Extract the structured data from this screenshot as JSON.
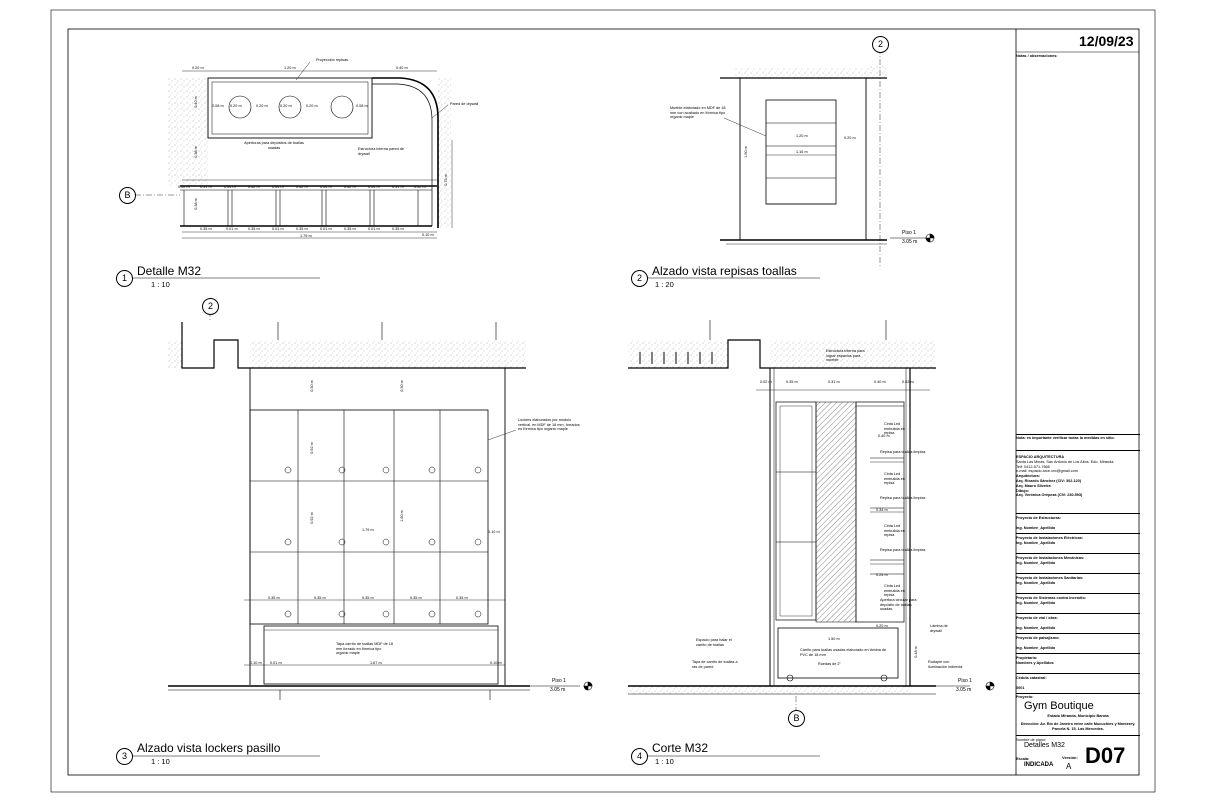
{
  "sheet": {
    "date": "12/09/23",
    "sheet_number": "D07",
    "notes_label": "Notas / observaciones:",
    "important_note": "Nota: es importante verificar todas la medidas en sitio."
  },
  "views": [
    {
      "number": "1",
      "title": "Detalle M32",
      "scale": "1 : 10"
    },
    {
      "number": "2",
      "title": "Alzado vista repisas toallas",
      "scale": "1 : 20"
    },
    {
      "number": "3",
      "title": "Alzado vista lockers pasillo",
      "scale": "1 : 10"
    },
    {
      "number": "4",
      "title": "Corte M32",
      "scale": "1 : 10"
    }
  ],
  "grid_bubbles": {
    "b": "B",
    "two": "2"
  },
  "levels": {
    "name": "Piso 1",
    "elevation": "3.05 m"
  },
  "title_block": {
    "office": "ESPACIO ARQUITECTURA",
    "office_address": "Santa Las Minas, San Antonio de Los Altos. Edo. Miranda.",
    "office_phone": "Telf: 0412-571-7666",
    "office_email": "e-mail: espacio.arce.xxx@gmail.com",
    "arq_label": "Arquitectura:",
    "arq1": "Arq. Ricardo Sánchez (CIV: 302.120)",
    "arq2": "Arq. Mauro Silveira",
    "dib_label": "Dibujo:",
    "dib1": "Arq. Verónica Orepeza (CIV: 230.593)",
    "estr_label": "Proyecto de Estructuras:",
    "estr_name": "Ing. Nombre_Apellido",
    "elec_label": "Proyecto de Instalaciones Eléctricas:",
    "elec_name": "Ing. Nombre_Apellido",
    "mec_label": "Proyecto de Instalaciones Mecánicas:",
    "mec_name": "Ing. Nombre_Apellido",
    "san_label": "Proyecto de Instalaciones Sanitarias:",
    "san_name": "Ing. Nombre_Apellido",
    "inc_label": "Proyecto de Sistemas contra incendio:",
    "inc_name": "Ing. Nombre_Apellido",
    "vial_label": "Proyecto de vial / obra:",
    "vial_name": "Ing. Nombre_Apellido",
    "pais_label": "Proyecto de paisajismo:",
    "pais_name": "Ing. Nombre_Apellido",
    "prop_label": "Propietario:",
    "prop_name": "Nombres y Apellidos",
    "ced_label": "Cédula catastral:",
    "ced_value": "0001",
    "proj_label": "Proyecto:",
    "project": "Gym Boutique",
    "location": "Estado Miranda, Municipio Baruta",
    "address": "Dirección: Av. Río de Janeiro entre calle Mucuchíes y Monterey. Parcela N. 15. Las Mercedes.",
    "plan_label": "Nombre de plano:",
    "plan_name": "Detalles M32",
    "scale_label": "Escala:",
    "scale_value": "INDICADA",
    "version_label": "Versión:",
    "version_value": "A"
  },
  "annotations": {
    "v1_proj": "Proyección repisas",
    "v1_drywall": "Pared de drywall",
    "v1_apert": "Aperturas para depósitos de toallas usadas",
    "v1_estr": "Estructura interna pared de drywall",
    "v2_mueble": "Mueble elaborado en MDF de 18 mm con acabado en fórmica tipo organic maple",
    "v3_lockers": "Lockers elaborados por módulo vertical, en MDF de 18 mm, forrados en fórmica tipo organic maple",
    "v3_tapa": "Tapa carrito de toallas MDF de 18 mm forrado en fórmica tipo organic maple",
    "v4_estr": "Estructura interna para lograr espacios para mueble",
    "v4_cinta": "Cinta Led embutida en repisa",
    "v4_repisa": "Repisa para toallas limpias",
    "v4_apert": "Apertura circular para depósito de toallas usadas",
    "v4_lamina": "Lámina de drywall",
    "v4_espacio": "Espacio para halar el carrito de toallas",
    "v4_carro": "Carrito para toallas usadas elaborado en lámina de PVC de 18 mm",
    "v4_ruedas": "Ruedas de 2\"",
    "v4_tapa": "Tapa de carrito de toallas a ras de pared",
    "v4_rodapie": "Rodapié con iluminación indirecta"
  },
  "dims": {
    "v1_top": [
      "0.20 m",
      "1.20 m",
      "0.40 m"
    ],
    "v1_row": [
      "0.02 m",
      "0.31 m",
      "0.04 m",
      "0.32 m",
      "0.04 m",
      "0.32 m",
      "0.04 m",
      "0.32 m",
      "0.04 m",
      "0.31 m",
      "0.02 m"
    ],
    "v1_bottom": [
      "0.35 m",
      "0.01 m",
      "0.35 m",
      "0.01 m",
      "0.35 m",
      "0.01 m",
      "0.35 m",
      "0.01 m",
      "0.35 m"
    ],
    "v1_total": "1.79 m",
    "v1_holes": [
      "0.20 m",
      "0.20 m",
      "0.20 m",
      "0.20 m",
      "0.08 m",
      "0.08 m"
    ],
    "v1_side": [
      "0.40 m",
      "0.38 m",
      "0.38 m",
      "0.10 m",
      "0.75 m"
    ],
    "v2": [
      "1.20 m",
      "1.16 m",
      "1.60 m",
      "0.20 m"
    ],
    "v3": [
      "1.79 m",
      "1.60 m",
      "1.67 m",
      "0.10 m",
      "0.01 m",
      "0.35 m",
      "0.30 m",
      "0.92 m"
    ],
    "v4": [
      "0.02 m",
      "0.35 m",
      "0.31 m",
      "0.40 m",
      "0.02 m",
      "0.40 m",
      "0.34 m",
      "0.24 m",
      "0.20 m",
      "1.50 m",
      "0.48 m"
    ]
  }
}
